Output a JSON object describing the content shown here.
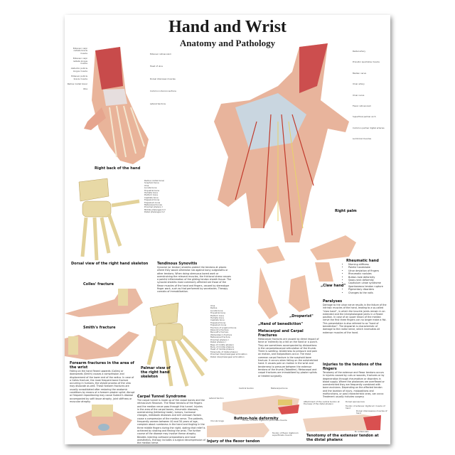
{
  "poster": {
    "title": "Hand and Wrist",
    "subtitle": "Anatomy and Pathology"
  },
  "figures": {
    "right_back": "Right back of the hand",
    "right_palm": "Right palm",
    "dorsal_skeleton": "Dorsal view of the right hand skeleton",
    "colles": "Colles' fracture",
    "smiths": "Smith's fracture",
    "palmar_skeleton": "Palmar view of the right hand skeleton",
    "claw_hand": "„Claw hand\"",
    "benediction": "„Hand of benediction\"",
    "dropwrist": "„Dropwrist\"",
    "buttonhole": "Button-hole deformity",
    "flexor_injury": "Injury of the flexor tendon",
    "tenotomy": "Tenotomy of the extensor tendon at the distal phalanx"
  },
  "sections": {
    "synovitis": {
      "heading": "Tendinous Synovitis",
      "text": "Synovial (or tendon) sheaths protect the tendons at places where they would otherwise rub against bony outgrowths or other tendons. When doing strenuous bored work or overstraining the relevant muscles, the frictional stress causes a painful inflammation of the gliding tendon sheath tissue. The synovial sheaths most commonly affected are those of the flexor muscles of the hand and fingers, caused by stereotype finger work, such as that performed by secretaries. Therapy consists of immobilization."
    },
    "forearm": {
      "heading": "Forearm fractures in the area of the wrist",
      "text": "Falling on the hand flexed upwards (Colles) or downwards (Smith) causes a compression and displacement of the lower end of the radius. In case of a Colles fracture, the most frequent bone fracture occurring in humans, the styloid process of the ulna may dislocate as well. These forearm fractures are usually consolidated after restoring the anatomic conditions by means of a forearm plaster splint. Abrupt or frequent repositioning may cause Sudeck's disease accompanied by soft tissue atrophy, joint stiffness or muscular atrophy."
    },
    "carpal_tunnel": {
      "heading": "Carpal Tunnel Syndrome",
      "text": "The carpal tunnel is made up of the carpal bones and the retinaculum flexorum. The flexor tendons of the fingers and the median nerve pass through this tunnel. Injuries in the area of the carpal bones, rheumatic diseases, overstraining (tethering trade), tumors, hormonal changes, metabolic diseases and still unknown factors cause a compression of the median nerve. The patients, frequently women between 40 and 50 years of age, complain about numbness in the hand and tingling in the three middle fingers during the night, stating that relief is achieved by shaking and flexing the wrist. The further course of the disease may involve thenar atrophy. Besides injecting cortisone preparations and local anesthetics, therapy includes a surgical decompression of the median nerve."
    },
    "rheumatic": {
      "heading": "Rheumatic hand",
      "items": [
        "Morning stiffness",
        "Painful handshake",
        "Ulnar deviation of fingers",
        "Rheumatic nodules",
        "Button-hole deformity",
        "Swan-neck deformity",
        "Capitulum ulnae syndrome",
        "Spontaneous tendon rupture",
        "Pigmentary disorders",
        "Changes to the nails"
      ]
    },
    "paralyses": {
      "heading": "Paralyses",
      "text": "Damage to the ulnar nerve results in the failure of the intrinsic muscles of the hand, leading to a so-called \"claw hand\", in which the knuckle joints remain in an extended and the interphalangeal joints in a flexed position. In case of an upper lesion of the median nerve the first three fingers can no longer make a fist. This presentation is also referred to as \"hand of benediction\". The dropwrist is characteristic of damage to the radial nerve, which innervates all extensor muscles of the hand."
    },
    "metacarpal": {
      "heading": "Metacarpal and Carpal Fractures",
      "text": "Metacarpal fractures are caused by direct impact of force or indirectly by a fall on the hand or a punch. They are sometimes accompanied by dislocations in the carpometacarpal articulation of the thumb. There is swelling, tenderness to pressure and pain on motion, and malpositions occur. The most common carpal fracture is the scaphoid bone fracture. It occurs when falling on the outstretched hand. It causes pain on motion in the wrist and tenderness to pressure between the extensor tendons of the thumb (Tabatière). Metacarpal and carpal fractures are immobilized by plaster splints or treated surgically."
    },
    "tendon_injuries": {
      "heading": "Injuries to the tendons of the fingers",
      "text": "Tenotomy of the extensor and flexor tendons occurs in injuries caused by cuts or wounds, fractures or by degeneration through rheumatism or disorders in blood supply. Where the phalanxes are overflexed or overstretched they are frequently combined with bone avulsions. Depending on the affected tendon and the location of injury, malpositions and malfunctions, or post characteristic ones, can occur. Treatment usually includes surgery."
    }
  },
  "labels": {
    "back": [
      "Extensor carpi radialis brevis muscle",
      "Extensor carpi radialis longus muscle",
      "Abductor pollicis longus muscle",
      "Extensor pollicis brevis muscle",
      "Radius (radial bone)",
      "Ulna",
      "Extensor retinaculum",
      "Head of ulna",
      "Dorsal interossei muscles",
      "Common interconnections",
      "Lateral tendons"
    ],
    "palm": [
      "Radial artery",
      "Pronator quadratus muscle",
      "Median nerve",
      "Ulnar artery",
      "Ulnar nerve",
      "Flexor retinaculum",
      "Superficial palmar arch",
      "Common palmar digital arteries",
      "Lumbrical muscles"
    ],
    "dorsal_bones": [
      "Radius (radial bone)",
      "Scaphoid bone",
      "Ulna",
      "Lunate bone",
      "Triquetral bone",
      "Hamate bone",
      "Pisiform bone",
      "Capitate bone",
      "Trapezoid bone",
      "Trapezium bone",
      "Metacarpal bones",
      "Proximal phalanx I",
      "Middle phalanges II-V",
      "Distal phalanges II-V"
    ],
    "palmar_bones": [
      "Ulna",
      "Radius",
      "Lunate bone",
      "Triquetral bone",
      "Pisiform bone",
      "Hamate bone",
      "Capitate bone",
      "Trapezoid bone",
      "Trapezium bone",
      "Fracture of scaphoid bone",
      "Rolando's fracture",
      "Bennett's fracture",
      "Winterstein's fracture",
      "Metacarpal fracture",
      "Proximal phalanx I",
      "Distal phalanx I",
      "Base of middle phalanx",
      "Body of middle phalanx",
      "Head of middle phalanx",
      "Tuberosity of distal phalanx",
      "Proximal interphalangeal articulation",
      "Distal interphalangeal articulation"
    ],
    "tendons": [
      "Central tendon",
      "Metacarpal bone",
      "Lateral tendon",
      "Vincula longa",
      "Tendon of flexor digitorum profundus muscle",
      "Tendon of flexor digitorum superficialis muscle",
      "Attachment of the central tendon at the base of the distal phalanx",
      "Dorsal aponeurosis",
      "Tendon of extensor digitorum muscle of hand",
      "Dorsal interosseous muscles of hand",
      "M. lumbricalis"
    ]
  }
}
